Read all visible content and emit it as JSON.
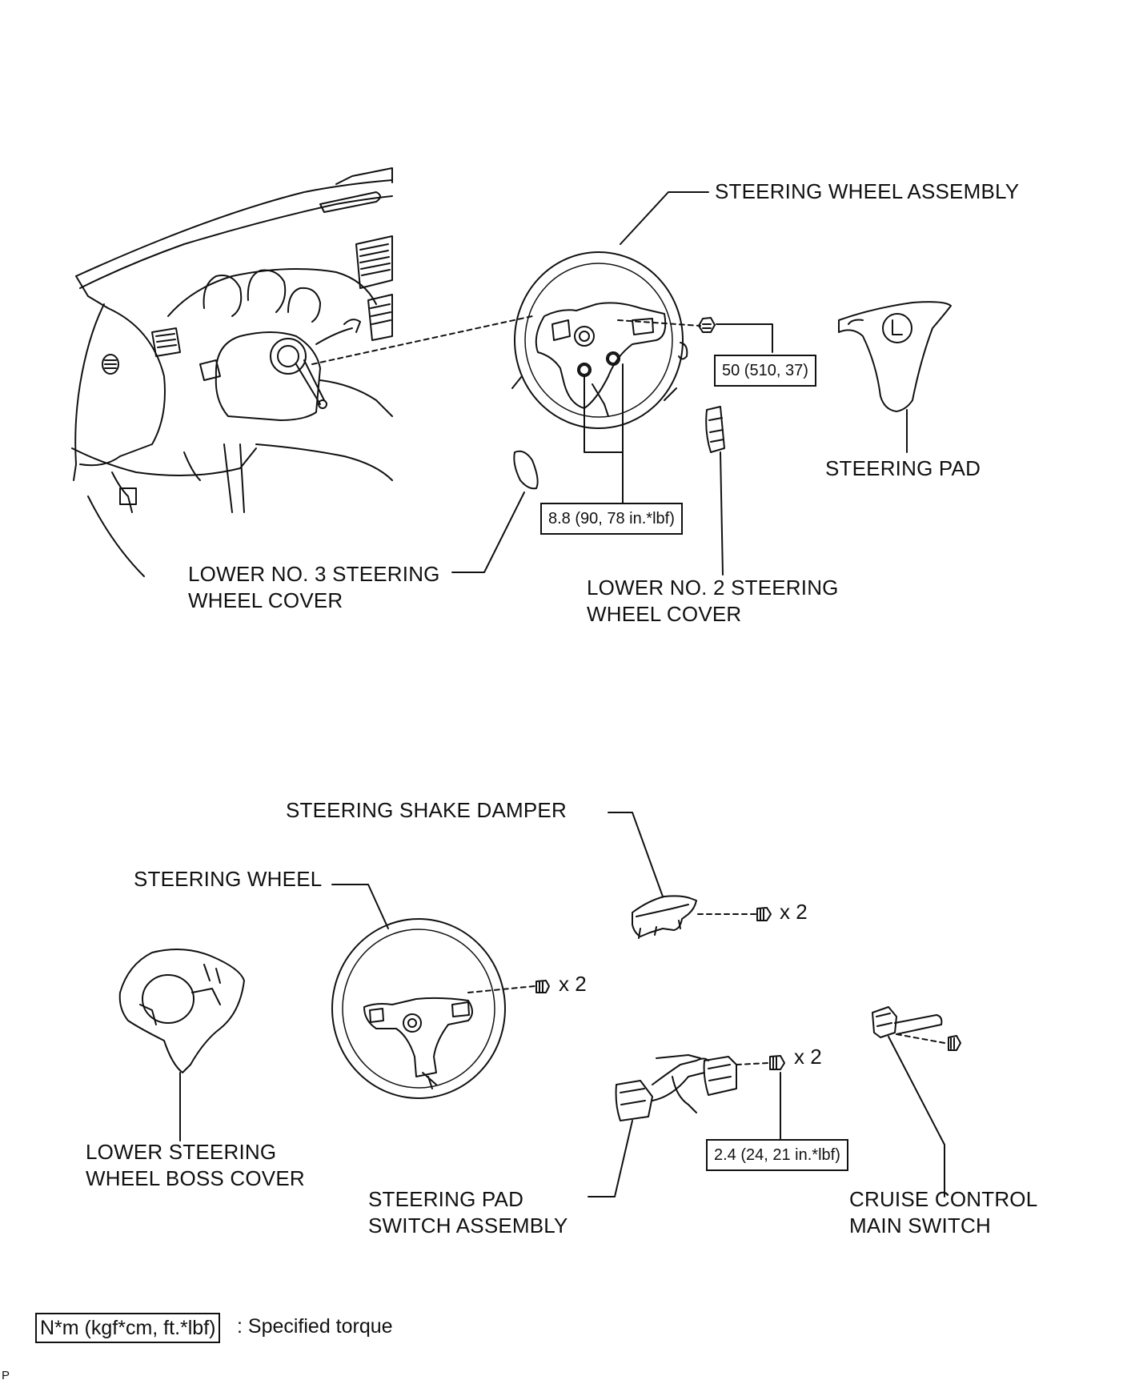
{
  "labels": {
    "steering_wheel_assembly": "STEERING WHEEL ASSEMBLY",
    "steering_pad": "STEERING PAD",
    "lower_no3_cover_line1": "LOWER NO. 3 STEERING",
    "lower_no3_cover_line2": "WHEEL COVER",
    "lower_no2_cover_line1": "LOWER NO. 2 STEERING",
    "lower_no2_cover_line2": "WHEEL COVER",
    "steering_shake_damper": "STEERING SHAKE DAMPER",
    "steering_wheel": "STEERING WHEEL",
    "lower_boss_cover_line1": "LOWER STEERING",
    "lower_boss_cover_line2": "WHEEL BOSS COVER",
    "pad_switch_line1": "STEERING PAD",
    "pad_switch_line2": "SWITCH ASSEMBLY",
    "cruise_line1": "CRUISE CONTROL",
    "cruise_line2": "MAIN SWITCH"
  },
  "torques": {
    "wheel_nut": "50 (510, 37)",
    "wheel_screws": "8.8 (90, 78 in.*lbf)",
    "switch_screws": "2.4 (24, 21 in.*lbf)"
  },
  "quantities": {
    "damper_screws": "x 2",
    "wheel_screws": "x 2",
    "switch_screws": "x 2"
  },
  "legend": {
    "unit_box": "N*m (kgf*cm, ft.*lbf)",
    "text": ": Specified torque"
  },
  "corner_mark": "P"
}
